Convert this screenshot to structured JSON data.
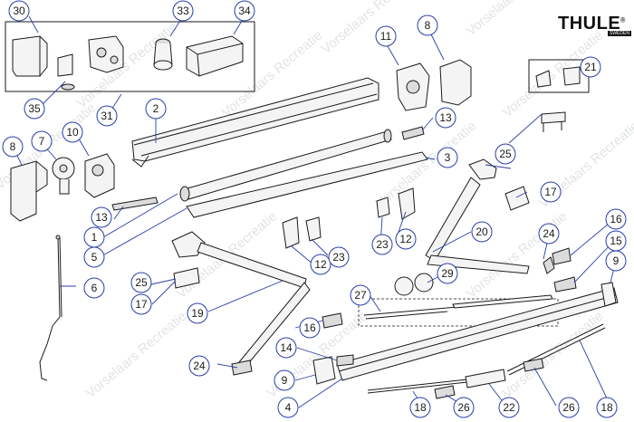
{
  "brand": {
    "logo_text": "THULE",
    "logo_sub": "SWEDEN",
    "registered_mark": "®"
  },
  "watermark": "Vorselaars Recreatie",
  "callouts": [
    "1",
    "2",
    "3",
    "4",
    "5",
    "6",
    "7",
    "8",
    "9",
    "10",
    "11",
    "12",
    "13",
    "14",
    "15",
    "16",
    "17",
    "18",
    "19",
    "20",
    "21",
    "22",
    "23",
    "24",
    "25",
    "26",
    "27",
    "29",
    "30",
    "31",
    "33",
    "34",
    "35"
  ]
}
